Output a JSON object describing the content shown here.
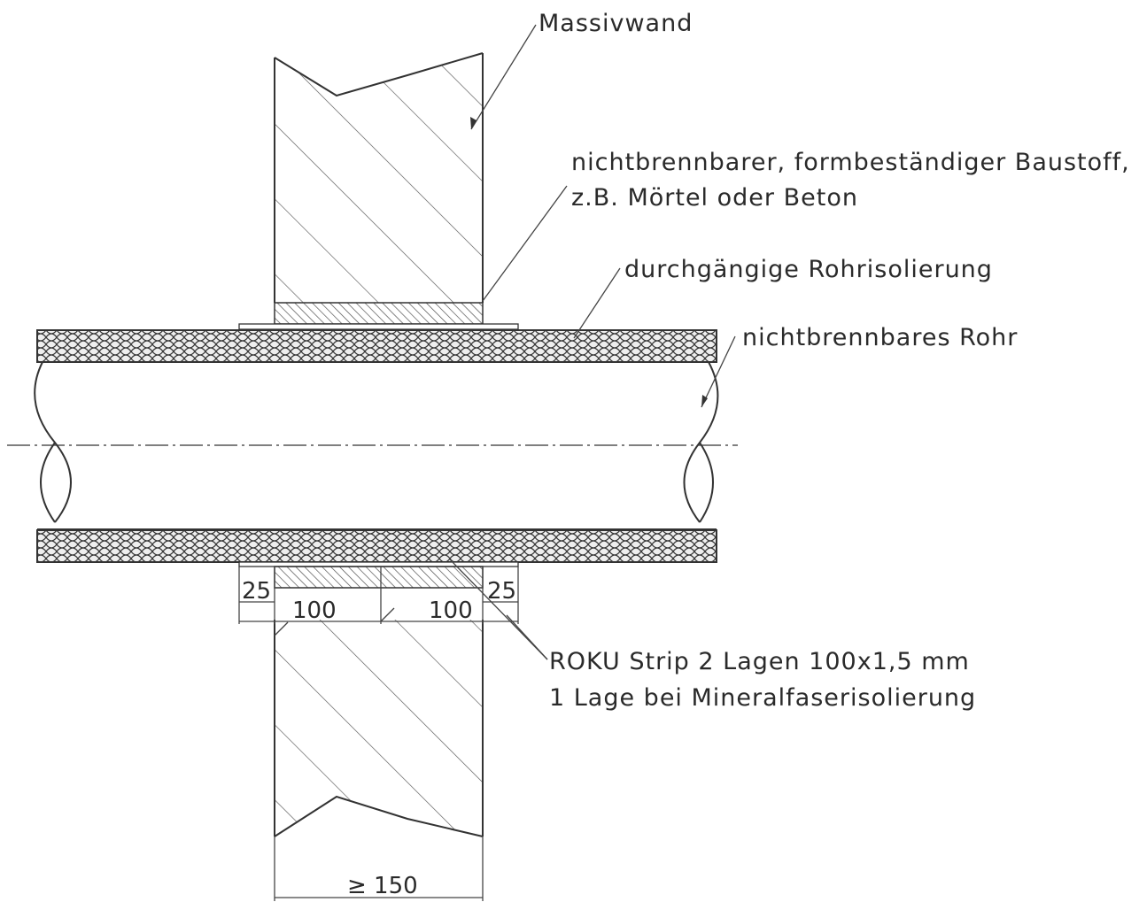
{
  "labels": {
    "wall": "Massivwand",
    "filler_line1": "nichtbrennbarer, formbeständiger Baustoff,",
    "filler_line2": "z.B. Mörtel oder Beton",
    "insulation": "durchgängige Rohrisolierung",
    "pipe": "nichtbrennbares Rohr",
    "strip_line1": "ROKU Strip 2 Lagen 100x1,5 mm",
    "strip_line2": "1 Lage bei Mineralfaserisolierung"
  },
  "dimensions": {
    "overhang_left": "25",
    "strip_left": "100",
    "strip_right": "100",
    "overhang_right": "25",
    "wall_thickness": "≥ 150"
  },
  "colors": {
    "line": "#333333",
    "hatch": "#555555",
    "background": "#ffffff"
  }
}
